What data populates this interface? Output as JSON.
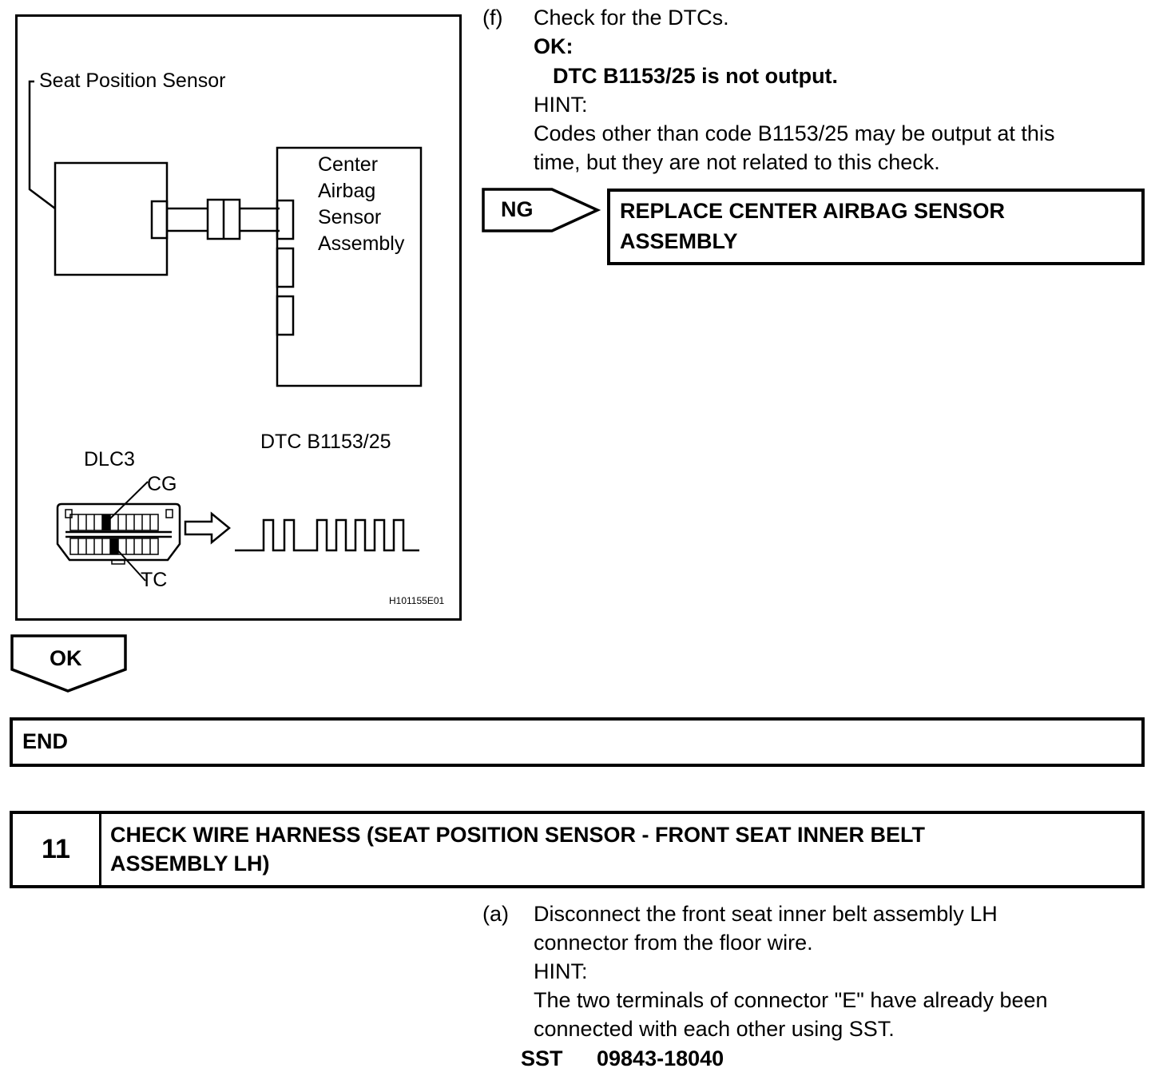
{
  "figure": {
    "labels": {
      "seat_position_sensor": "Seat Position Sensor",
      "center_airbag": [
        "Center",
        "Airbag",
        "Sensor",
        "Assembly"
      ],
      "dtc": "DTC B1153/25",
      "dlc3": "DLC3",
      "cg": "CG",
      "tc": "TC",
      "figure_id": "H101155E01"
    }
  },
  "step_f": {
    "marker": "(f)",
    "text": "Check for the DTCs.",
    "ok_label": "OK:",
    "ok_value": "DTC B1153/25 is not output.",
    "hint_label": "HINT:",
    "hint_lines": [
      "Codes other than code B1153/25 may be output at this",
      "time, but they are not related to this check."
    ]
  },
  "ng_result": {
    "label": "NG",
    "action_lines": [
      "REPLACE CENTER AIRBAG SENSOR",
      "ASSEMBLY"
    ]
  },
  "ok_result": {
    "label": "OK"
  },
  "end_box": {
    "label": "END"
  },
  "step_11": {
    "number": "11",
    "title_lines": [
      "CHECK WIRE HARNESS (SEAT POSITION SENSOR - FRONT SEAT INNER BELT",
      "ASSEMBLY LH)"
    ]
  },
  "step_a": {
    "marker": "(a)",
    "lines": [
      "Disconnect the front seat inner belt assembly LH",
      "connector from the floor wire."
    ],
    "hint_label": "HINT:",
    "hint_lines": [
      "The two terminals of connector \"E\" have already been",
      "connected with each other using SST."
    ],
    "sst_label": "SST",
    "sst_value": "09843-18040"
  }
}
